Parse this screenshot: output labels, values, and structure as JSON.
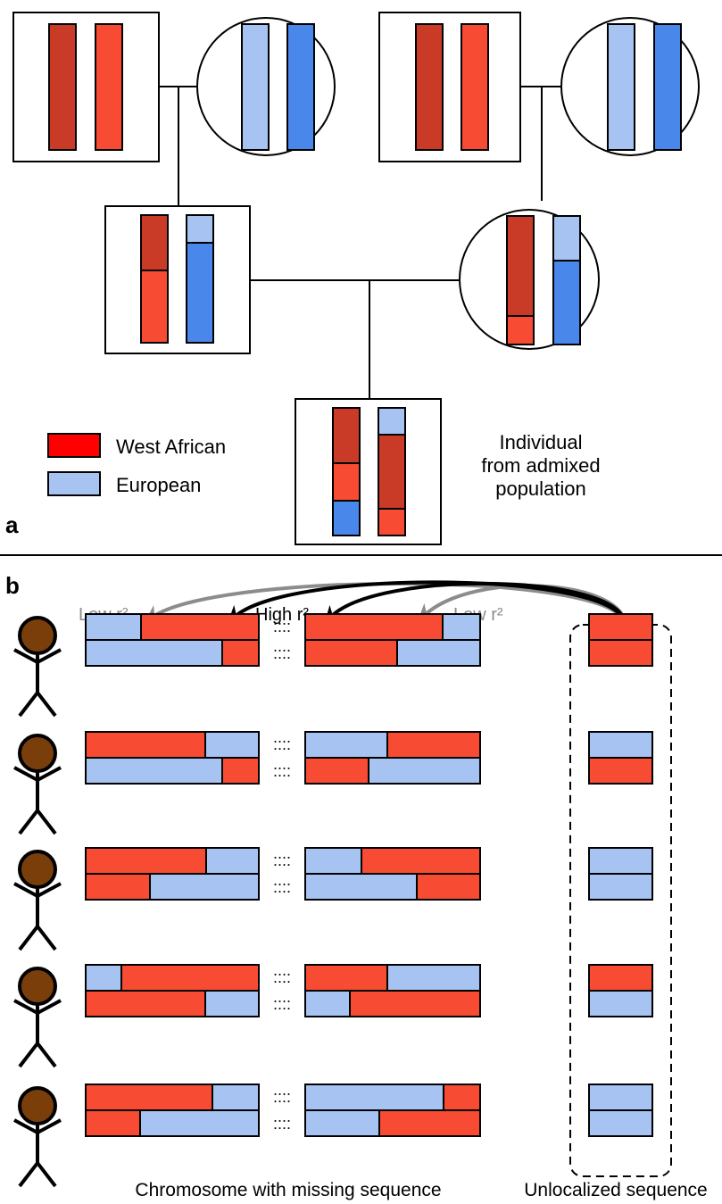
{
  "colors": {
    "west_african_dark": "#c93a27",
    "west_african": "#f84b33",
    "european_light": "#a6c3f2",
    "european": "#4a87ea",
    "stick_head": "#7a3e0b",
    "arrow_high": "#000000",
    "arrow_low": "#8c8c8c"
  },
  "panel_a": {
    "letter": "a",
    "legend": {
      "west_african": "West African",
      "european": "European"
    },
    "admixed_label": [
      "Individual",
      "from admixed",
      "population"
    ]
  },
  "panel_b": {
    "letter": "b",
    "r2_labels": {
      "low_left": "Low r²",
      "high": "High r²",
      "low_right": "Low r²"
    },
    "dots": "::::",
    "caption_left": "Chromosome with missing sequence",
    "caption_right": "Unlocalized sequence",
    "individuals": [
      {
        "left_top": [
          "E",
          "A"
        ],
        "left_bottom": [
          "E",
          "A"
        ],
        "right_top": [
          "A",
          "E"
        ],
        "right_bottom": [
          "A",
          "E"
        ],
        "unloc": [
          "A",
          "A"
        ]
      },
      {
        "left_top": [
          "A",
          "E"
        ],
        "left_bottom": [
          "E",
          "A"
        ],
        "right_top": [
          "E",
          "A"
        ],
        "right_bottom": [
          "A",
          "E"
        ],
        "unloc": [
          "E",
          "A"
        ]
      },
      {
        "left_top": [
          "A",
          "E"
        ],
        "left_bottom": [
          "A",
          "E"
        ],
        "right_top": [
          "E",
          "A"
        ],
        "right_bottom": [
          "E",
          "A"
        ],
        "unloc": [
          "E",
          "E"
        ]
      },
      {
        "left_top": [
          "E",
          "A"
        ],
        "left_bottom": [
          "A",
          "E"
        ],
        "right_top": [
          "A",
          "E"
        ],
        "right_bottom": [
          "E",
          "A"
        ],
        "unloc": [
          "A",
          "E"
        ]
      },
      {
        "left_top": [
          "A",
          "E"
        ],
        "left_bottom": [
          "A",
          "E"
        ],
        "right_top": [
          "E",
          "A"
        ],
        "right_bottom": [
          "E",
          "A"
        ],
        "unloc": [
          "E",
          "E"
        ]
      }
    ]
  }
}
